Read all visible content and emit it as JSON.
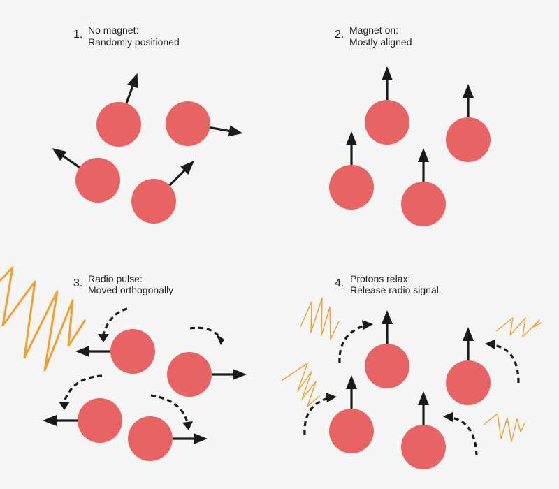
{
  "panels": [
    {
      "number": "1.",
      "line1": "No magnet:",
      "line2": "Randomly positioned"
    },
    {
      "number": "2.",
      "line1": "Magnet on:",
      "line2": "Mostly aligned"
    },
    {
      "number": "3.",
      "line1": "Radio pulse:",
      "line2": "Moved orthogonally"
    },
    {
      "number": "4.",
      "line1": "Protons relax:",
      "line2": "Release radio signal"
    }
  ],
  "colors": {
    "proton": "#e86464",
    "arrow": "#1a1a1a",
    "radio_wave": "#f0a030",
    "background": "#f5f5f5"
  }
}
